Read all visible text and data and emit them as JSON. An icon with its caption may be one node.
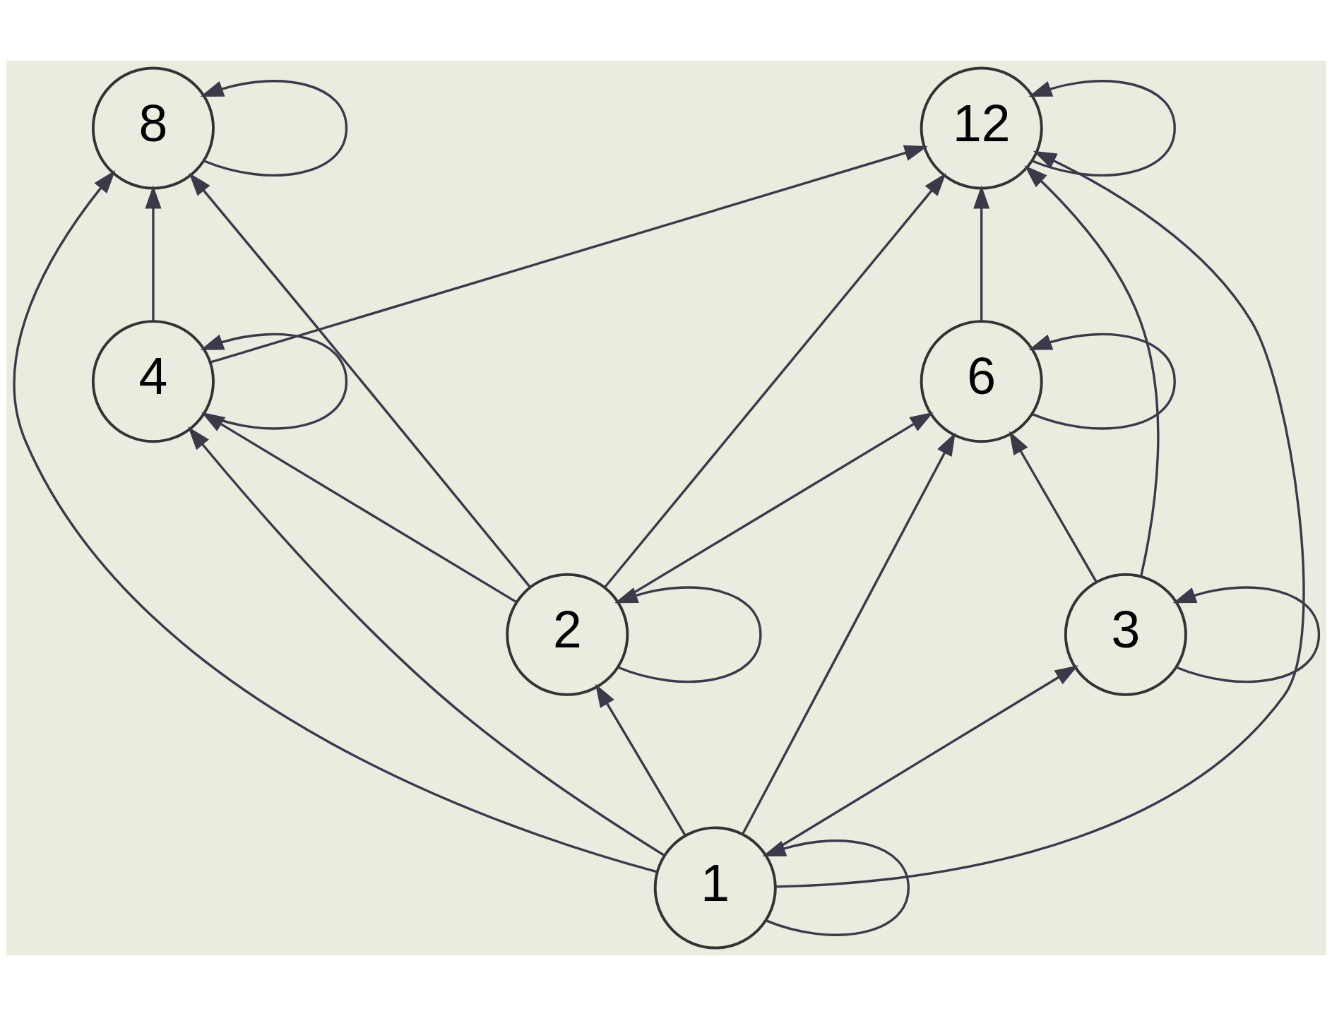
{
  "diagram": {
    "nodes": [
      {
        "text": [
          "8"
        ]
      },
      {
        "text": [
          "12"
        ]
      },
      {
        "text": [
          "4"
        ]
      },
      {
        "text": [
          "6"
        ]
      },
      {
        "text": [
          "2"
        ]
      },
      {
        "text": [
          "3"
        ]
      },
      {
        "text": [
          "1"
        ]
      }
    ],
    "edges": [
      {
        "from": 0,
        "to": 0,
        "arrow": "to"
      },
      {
        "from": 1,
        "to": 1,
        "arrow": "to"
      },
      {
        "from": 2,
        "to": 2,
        "arrow": "to"
      },
      {
        "from": 3,
        "to": 3,
        "arrow": "to"
      },
      {
        "from": 4,
        "to": 4,
        "arrow": "to"
      },
      {
        "from": 5,
        "to": 5,
        "arrow": "to"
      },
      {
        "from": 6,
        "to": 6,
        "arrow": "to"
      },
      {
        "from": 2,
        "to": 0,
        "arrow": "to"
      },
      {
        "from": 4,
        "to": 0,
        "arrow": "to"
      },
      {
        "from": 6,
        "to": 0,
        "arrow": "to"
      },
      {
        "from": 2,
        "to": 1,
        "arrow": "to"
      },
      {
        "from": 4,
        "to": 1,
        "arrow": "to"
      },
      {
        "from": 3,
        "to": 1,
        "arrow": "to"
      },
      {
        "from": 5,
        "to": 1,
        "arrow": "to"
      },
      {
        "from": 6,
        "to": 1,
        "arrow": "to"
      },
      {
        "from": 4,
        "to": 2,
        "arrow": "to"
      },
      {
        "from": 6,
        "to": 2,
        "arrow": "to"
      },
      {
        "from": 4,
        "to": 3,
        "arrow": "to"
      },
      {
        "from": 6,
        "to": 3,
        "arrow": "to"
      },
      {
        "from": 5,
        "to": 3,
        "arrow": "to"
      },
      {
        "from": 6,
        "to": 4,
        "arrow": "to"
      },
      {
        "from": 6,
        "to": 5,
        "arrow": "to"
      }
    ]
  }
}
